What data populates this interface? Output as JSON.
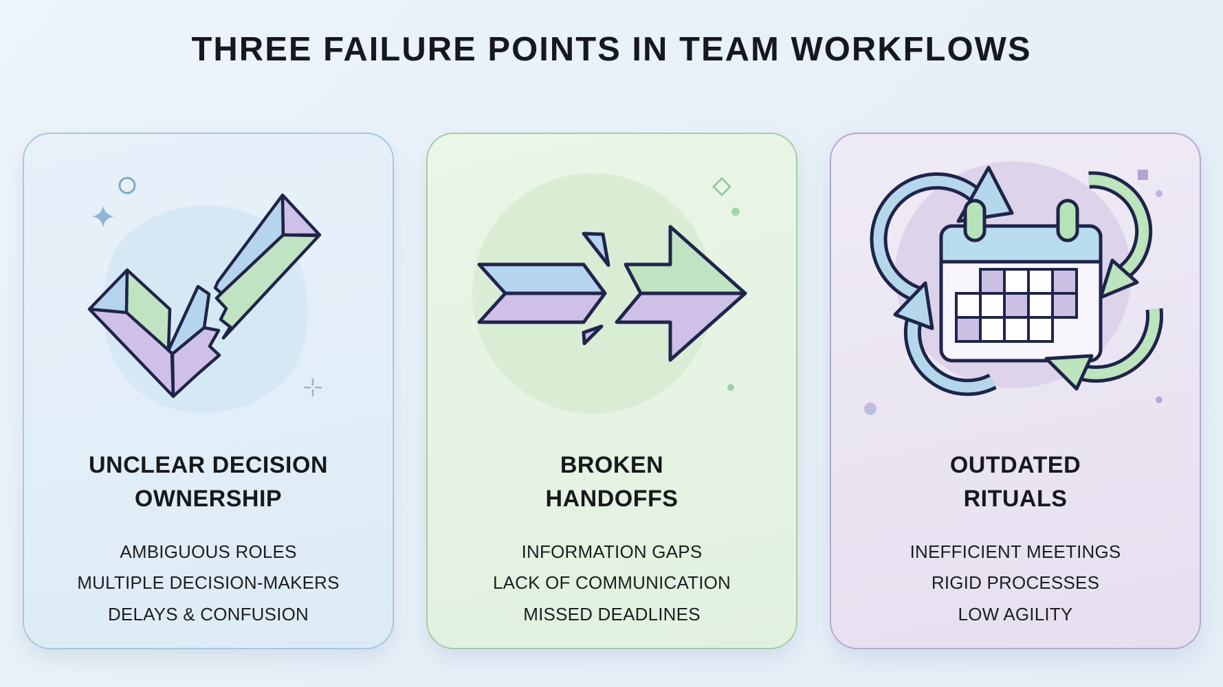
{
  "page": {
    "title": "THREE FAILURE POINTS IN TEAM WORKFLOWS",
    "background_color": "#eaf2f9",
    "title_color": "#17181d"
  },
  "palette": {
    "outline": "#1f2449",
    "blue": "#b5d4ed",
    "green": "#c0e3c2",
    "purple": "#cfc0e8",
    "calendar_header_blue": "#b9dcee",
    "ring_green": "#b7e3ba"
  },
  "cards": [
    {
      "id": "unclear-decision-ownership",
      "icon": "broken-checkmark-icon",
      "background": "#e5effa",
      "accent_border": "#a5c8de",
      "title_line1": "UNCLEAR DECISION",
      "title_line2": "OWNERSHIP",
      "items": [
        "AMBIGUOUS ROLES",
        "MULTIPLE DECISION-MAKERS",
        "DELAYS & CONFUSION"
      ],
      "decorations": [
        "circle-outline-decoration",
        "sparkle-decoration",
        "plus-decoration",
        "blob-decoration"
      ]
    },
    {
      "id": "broken-handoffs",
      "icon": "broken-arrow-icon",
      "background": "#e8f5e5",
      "accent_border": "#a0cba6",
      "title_line1": "BROKEN",
      "title_line2": "HANDOFFS",
      "items": [
        "INFORMATION GAPS",
        "LACK OF COMMUNICATION",
        "MISSED DEADLINES"
      ],
      "decorations": [
        "diamond-outline-decoration",
        "dot-decoration",
        "circle-background-decoration"
      ]
    },
    {
      "id": "outdated-rituals",
      "icon": "calendar-cycle-icon",
      "background": "#ece7f4",
      "accent_border": "#b4a6cf",
      "title_line1": "OUTDATED",
      "title_line2": "RITUALS",
      "items": [
        "INEFFICIENT MEETINGS",
        "RIGID PROCESSES",
        "LOW AGILITY"
      ],
      "decorations": [
        "square-decoration",
        "dot-decoration",
        "blob-decoration"
      ]
    }
  ]
}
